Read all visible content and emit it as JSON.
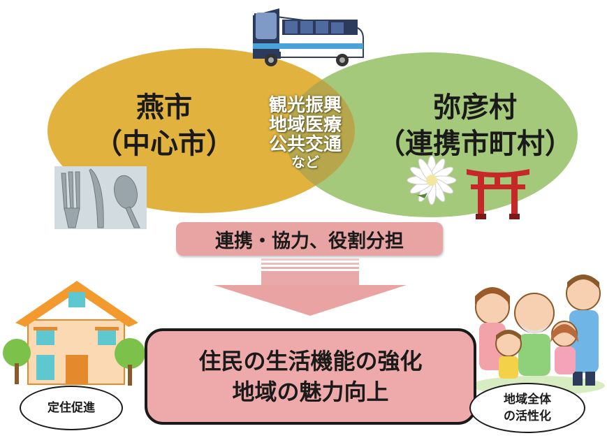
{
  "left_circle": {
    "line1": "燕市",
    "line2": "（中心市）",
    "color": "#e1b23e"
  },
  "right_circle": {
    "line1": "弥彦村",
    "line2": "（連携市町村）",
    "color": "#a5c97a"
  },
  "overlap_items": [
    "観光振興",
    "地域医療",
    "公共交通",
    "など"
  ],
  "banner": "連携・協力、役割分担",
  "main_box": {
    "line1": "住民の生活機能の強化",
    "line2": "地域の魅力向上"
  },
  "left_oval": "定住促進",
  "right_oval": {
    "line1": "地域全体",
    "line2": "の活性化"
  },
  "icons": [
    "bus-icon",
    "cutlery-icon",
    "chrysanthemum-icon",
    "torii-icon",
    "house-icon",
    "family-icon"
  ]
}
